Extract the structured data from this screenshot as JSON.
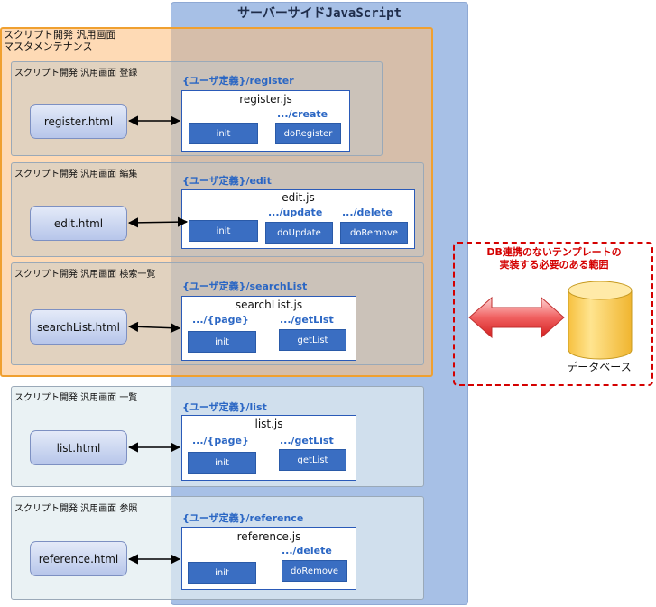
{
  "server": {
    "title": "サーバーサイドJavaScript"
  },
  "master": {
    "title_line1": "スクリプト開発 汎用画面",
    "title_line2": "マスタメンテナンス"
  },
  "panels": {
    "register": {
      "title": "スクリプト開発 汎用画面 登録",
      "html": "register.html",
      "route": "{ユーザ定義}/register",
      "js": "register.js",
      "sub1": "",
      "sub2": ".../create",
      "fn1": "init",
      "fn2": "doRegister"
    },
    "edit": {
      "title": "スクリプト開発 汎用画面 編集",
      "html": "edit.html",
      "route": "{ユーザ定義}/edit",
      "js": "edit.js",
      "sub1": ".../update",
      "sub2": ".../delete",
      "fn1": "init",
      "fn2": "doUpdate",
      "fn3": "doRemove"
    },
    "search": {
      "title": "スクリプト開発 汎用画面 検索一覧",
      "html": "searchList.html",
      "route": "{ユーザ定義}/searchList",
      "js": "searchList.js",
      "sub1": ".../{page}",
      "sub2": ".../getList",
      "fn1": "init",
      "fn2": "getList"
    },
    "list": {
      "title": "スクリプト開発 汎用画面 一覧",
      "html": "list.html",
      "route": "{ユーザ定義}/list",
      "js": "list.js",
      "sub1": ".../{page}",
      "sub2": ".../getList",
      "fn1": "init",
      "fn2": "getList"
    },
    "reference": {
      "title": "スクリプト開発 汎用画面 参照",
      "html": "reference.html",
      "route": "{ユーザ定義}/reference",
      "js": "reference.js",
      "sub1": "",
      "sub2": ".../delete",
      "fn1": "init",
      "fn2": "doRemove"
    }
  },
  "db": {
    "note_line1": "DB連携のないテンプレートの",
    "note_line2": "実装する必要のある範囲",
    "label": "データベース"
  },
  "colors": {
    "server": "#a7c0e6",
    "master": "#fdbb78",
    "function_box": "#3a6ec2",
    "route_text": "#2a66c4",
    "db_note": "#d40000",
    "cylinder": "#ffd966"
  }
}
